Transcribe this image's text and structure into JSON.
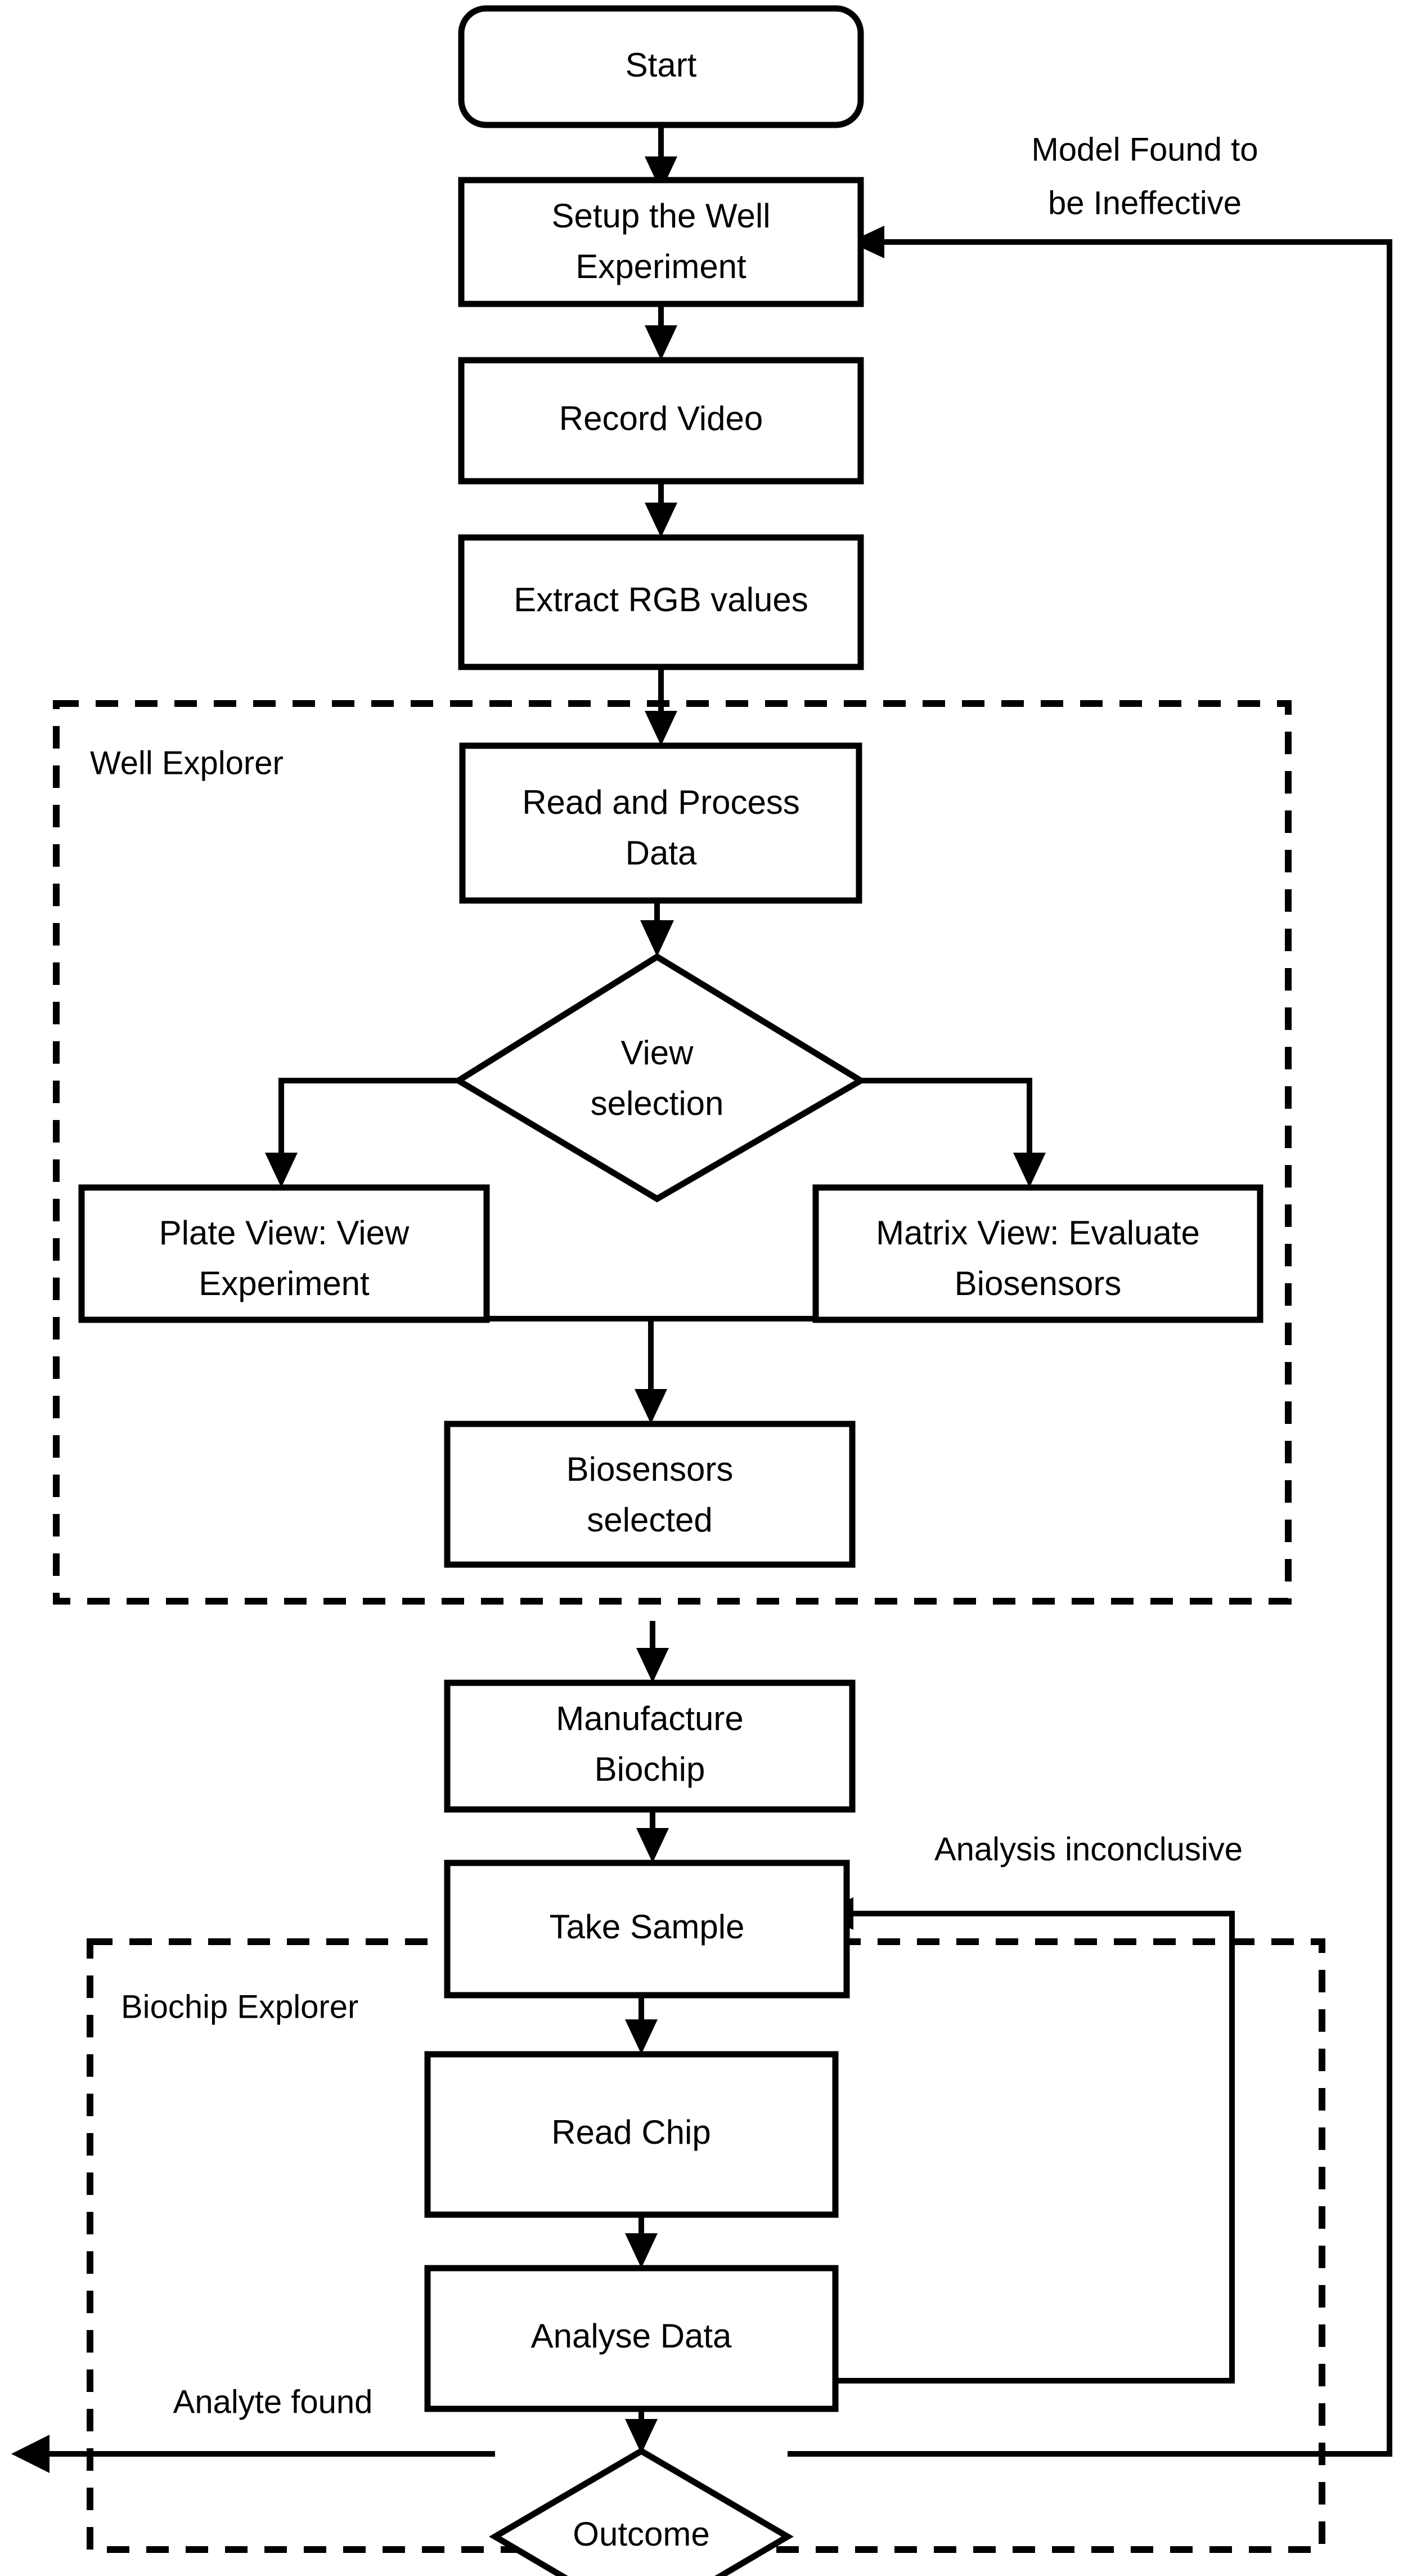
{
  "diagram": {
    "title": "Well Explorer and Biochip Explorer workflow flowchart",
    "background_color": "#ffffff",
    "line_color": "#000000",
    "nodes": [
      {
        "id": "start",
        "label": "Start",
        "shape": "rounded-rectangle"
      },
      {
        "id": "setup",
        "label": "Setup the Well\nExperiment",
        "shape": "rectangle"
      },
      {
        "id": "record",
        "label": "Record Video",
        "shape": "rectangle"
      },
      {
        "id": "extract",
        "label": "Extract RGB values",
        "shape": "rectangle"
      },
      {
        "id": "read-process",
        "label": "Read and Process\nData",
        "shape": "rectangle"
      },
      {
        "id": "view-selection",
        "label": "View\nselection",
        "shape": "diamond"
      },
      {
        "id": "plate-view",
        "label": "Plate View: View\nExperiment",
        "shape": "rectangle"
      },
      {
        "id": "matrix-view",
        "label": "Matrix View: Evaluate\nBiosensors",
        "shape": "rectangle"
      },
      {
        "id": "biosensors",
        "label": "Biosensors\nselected",
        "shape": "rectangle"
      },
      {
        "id": "manufacture",
        "label": "Manufacture\nBiochip",
        "shape": "rectangle"
      },
      {
        "id": "take-sample",
        "label": "Take Sample",
        "shape": "rectangle"
      },
      {
        "id": "read-chip",
        "label": "Read Chip",
        "shape": "rectangle"
      },
      {
        "id": "analyse-data",
        "label": "Analyse Data",
        "shape": "rectangle"
      },
      {
        "id": "outcome",
        "label": "Outcome",
        "shape": "diamond"
      }
    ],
    "groups": [
      {
        "id": "well-explorer",
        "label": "Well Explorer",
        "style": "dashed"
      },
      {
        "id": "biochip-explorer",
        "label": "Biochip Explorer",
        "style": "dashed"
      }
    ],
    "edge_labels": [
      {
        "id": "model-ineffective",
        "text": "Model Found to\nbe Ineffective"
      },
      {
        "id": "analysis-inconclusive",
        "text": "Analysis inconclusive"
      },
      {
        "id": "analyte-found",
        "text": "Analyte found"
      }
    ],
    "node_lines": {
      "start": [
        "Start"
      ],
      "setup": [
        "Setup the Well",
        "Experiment"
      ],
      "record": [
        "Record Video"
      ],
      "extract": [
        "Extract RGB values"
      ],
      "read_process": [
        "Read and Process",
        "Data"
      ],
      "view_selection": [
        "View",
        "selection"
      ],
      "plate_view": [
        "Plate View: View",
        "Experiment"
      ],
      "matrix_view": [
        "Matrix View: Evaluate",
        "Biosensors"
      ],
      "biosensors": [
        "Biosensors",
        "selected"
      ],
      "manufacture": [
        "Manufacture",
        "Biochip"
      ],
      "take_sample": [
        "Take Sample"
      ],
      "read_chip": [
        "Read Chip"
      ],
      "analyse_data": [
        "Analyse Data"
      ],
      "outcome": [
        "Outcome"
      ],
      "model_ineffective": [
        "Model Found to",
        "be Ineffective"
      ],
      "analysis_inconclusive": [
        "Analysis inconclusive"
      ],
      "analyte_found": [
        "Analyte found"
      ],
      "well_explorer": [
        "Well Explorer"
      ],
      "biochip_explorer": [
        "Biochip Explorer"
      ]
    }
  }
}
